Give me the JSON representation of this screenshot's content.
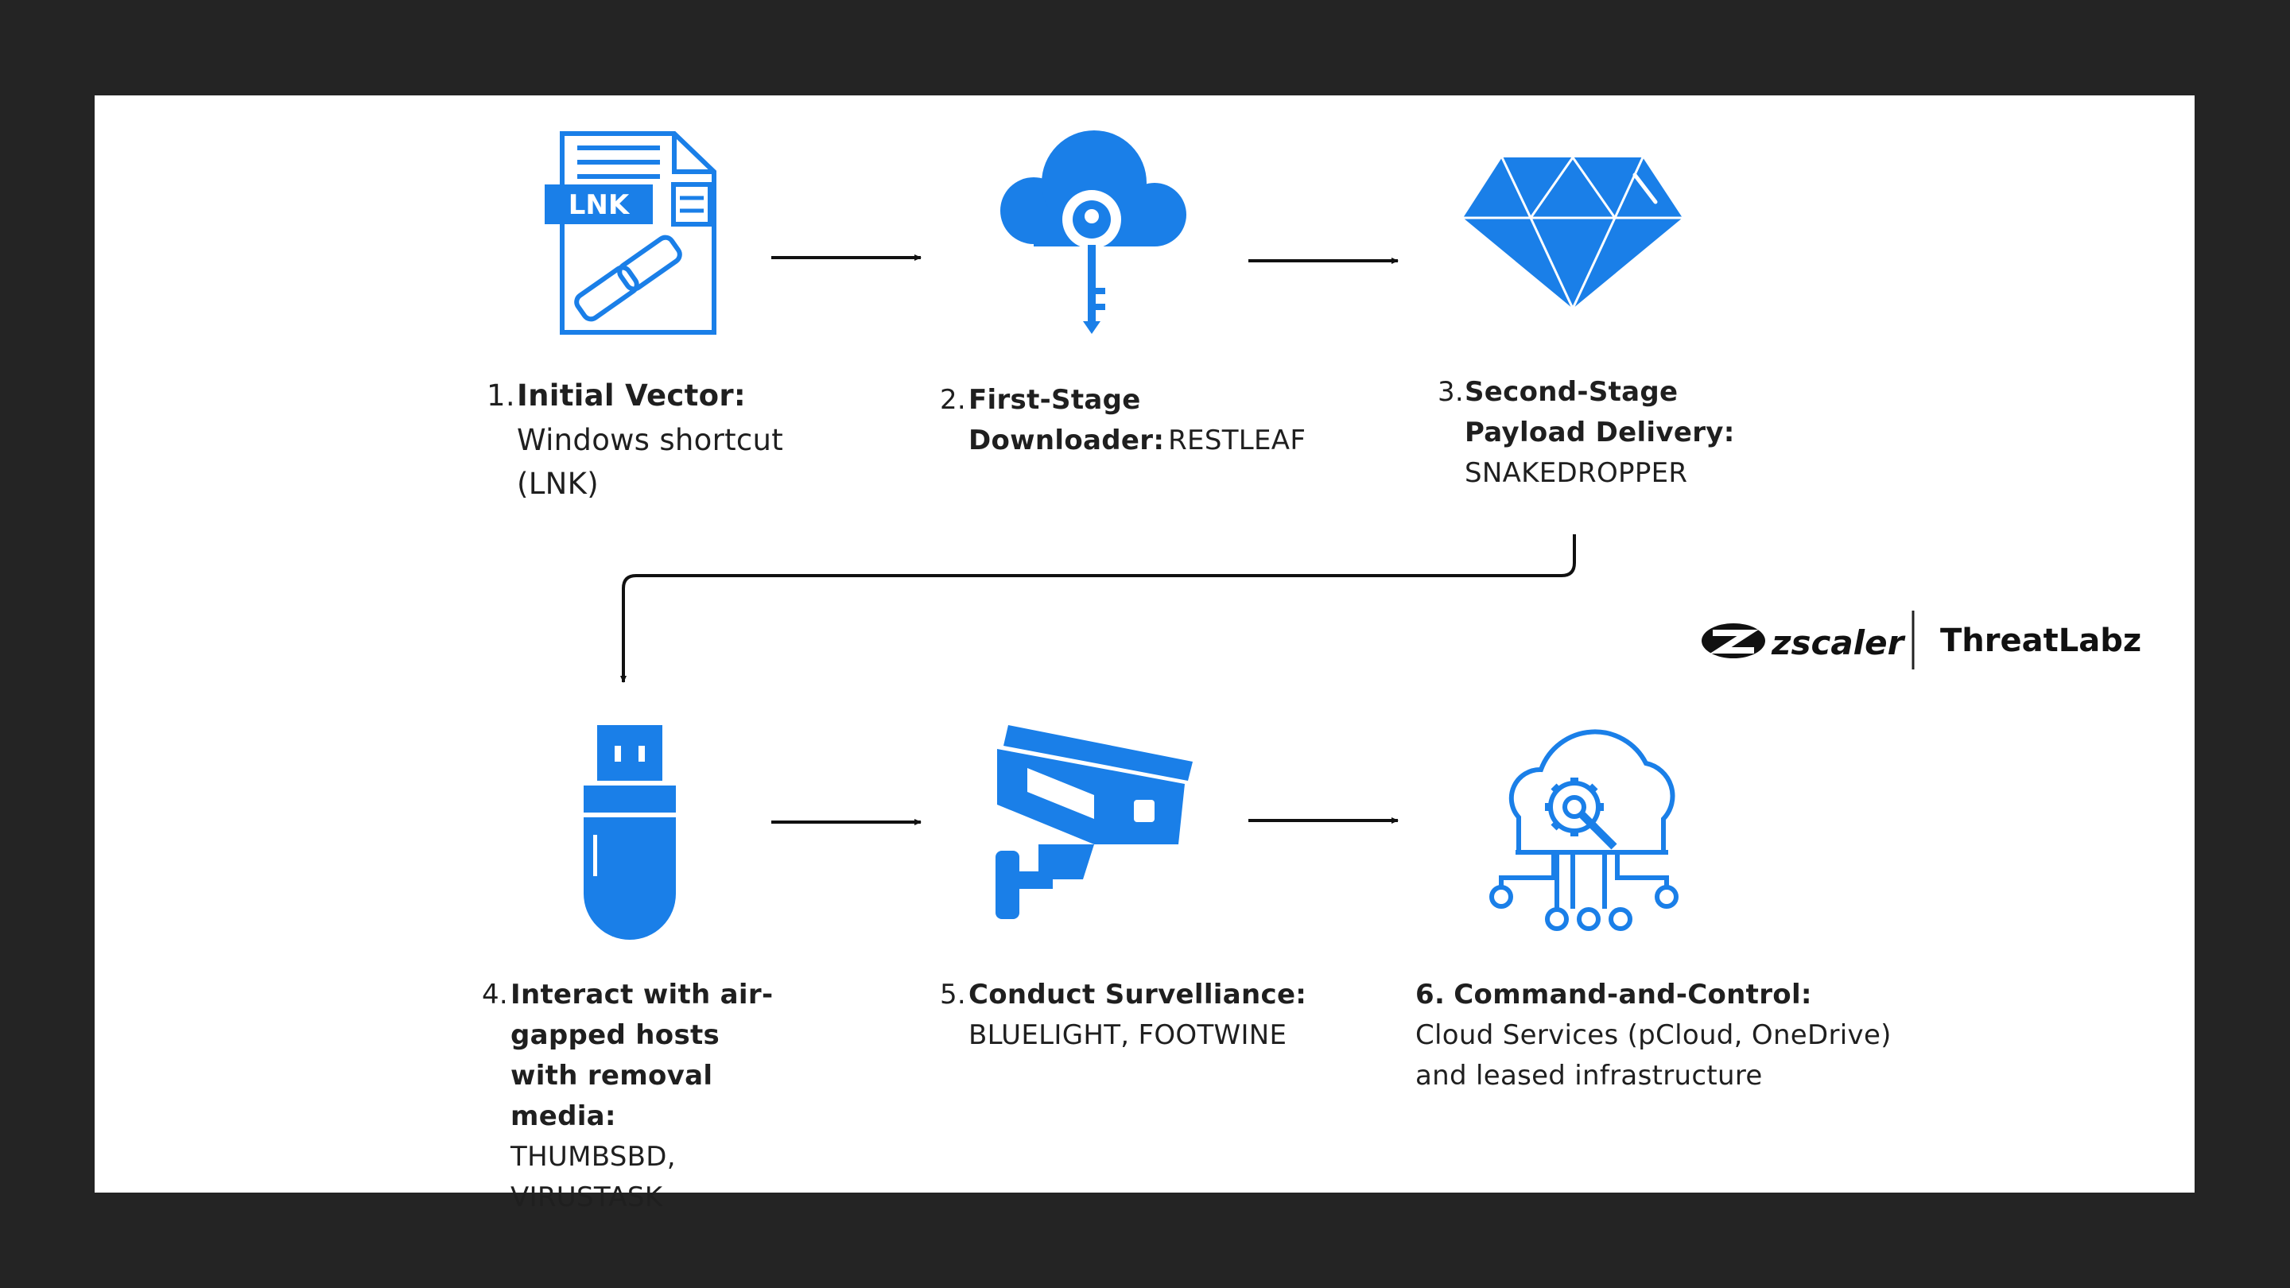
{
  "steps": [
    {
      "num": "1.",
      "title": "Initial Vector:",
      "detail": "Windows shortcut (LNK)",
      "icon": "lnk-file-icon",
      "icon_text": "LNK"
    },
    {
      "num": "2.",
      "title": "First-Stage Downloader:",
      "detail": "RESTLEAF",
      "icon": "cloud-key-icon"
    },
    {
      "num": "3.",
      "title": "Second-Stage Payload Delivery:",
      "detail": "SNAKEDROPPER",
      "icon": "diamond-icon"
    },
    {
      "num": "4.",
      "title": "Interact with air-gapped hosts with removal media:",
      "detail": "THUMBSBD, VIRUSTASK",
      "icon": "usb-drive-icon"
    },
    {
      "num": "5.",
      "title": "Conduct Survelliance:",
      "detail": "BLUELIGHT, FOOTWINE",
      "icon": "security-camera-icon"
    },
    {
      "num": "6.",
      "title": "Command-and-Control:",
      "detail": "Cloud Services (pCloud, OneDrive) and leased infrastructure",
      "icon": "cloud-gear-network-icon"
    }
  ],
  "logo": {
    "brand": "zscaler",
    "product": "ThreatLabz"
  },
  "colors": {
    "icon_blue": "#1a7fe8",
    "frame": "#242424",
    "canvas": "#ffffff",
    "text": "#1f1f1f"
  }
}
